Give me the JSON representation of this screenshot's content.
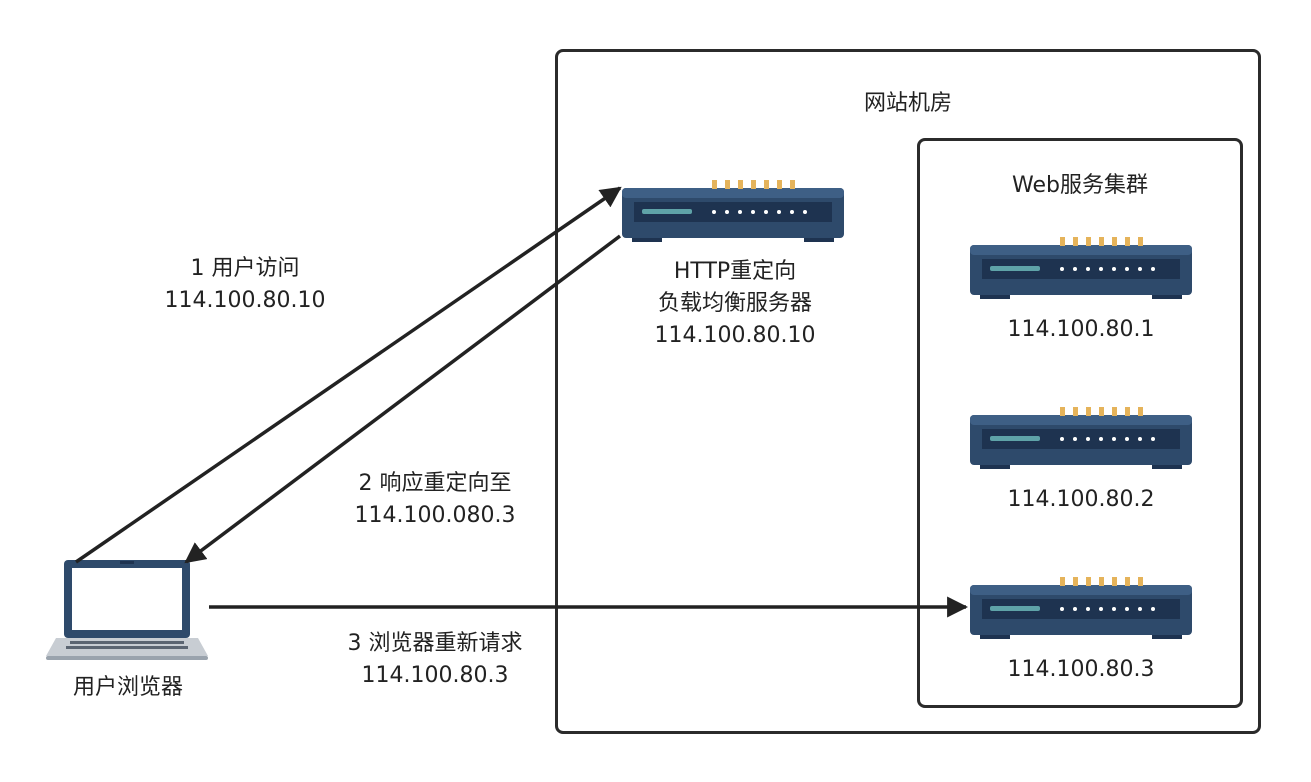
{
  "datacenter": {
    "title": "网站机房"
  },
  "cluster": {
    "title": "Web服务集群"
  },
  "load_balancer": {
    "line1": "HTTP重定向",
    "line2": "负载均衡服务器",
    "ip": "114.100.80.10"
  },
  "web_servers": [
    {
      "ip": "114.100.80.1"
    },
    {
      "ip": "114.100.80.2"
    },
    {
      "ip": "114.100.80.3"
    }
  ],
  "client": {
    "label": "用户浏览器"
  },
  "steps": [
    {
      "text": "1 用户访问",
      "ip": "114.100.80.10"
    },
    {
      "text": "2 响应重定向至",
      "ip": "114.100.080.3"
    },
    {
      "text": "3 浏览器重新请求",
      "ip": "114.100.80.3"
    }
  ],
  "colors": {
    "device_body": "#2e4a6b",
    "device_led": "#e5b35a",
    "arrow": "#222222"
  }
}
